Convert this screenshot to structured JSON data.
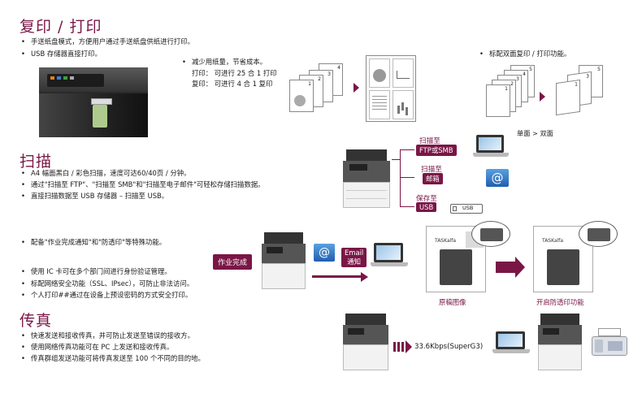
{
  "copy": {
    "title": "复印 / 打印",
    "bullets": [
      "手送纸盘模式，方便用户通过手送纸盘供纸进行打印。",
      "USB 存储器直接打印。"
    ],
    "saving_bullet": "减少用纸量，节省成本。",
    "print_line": "打印：  可进行 25 合 1 打印",
    "copy_line": "复印：  可进行 4 合 1 复印",
    "duplex_bullet": "标配双面复印 / 打印功能。",
    "duplex_caption": "单面 > 双面"
  },
  "scan": {
    "title": "扫描",
    "bullets": [
      "A4 幅面黑白 / 彩色扫描，速度可达60/40页 / 分钟。",
      "通过\"扫描至 FTP\"、\"扫描至 SMB\"和\"扫描至电子邮件\"可轻松存储扫描数据。",
      "直接扫描数据至 USB 存储器 – 扫描至 USB。"
    ],
    "to_ftp_label": "扫描至",
    "to_ftp_pill": "FTP或SMB",
    "to_mail_label": "扫描至",
    "to_mail_pill": "邮箱",
    "to_usb_label": "保存至",
    "to_usb_pill": "USB",
    "usb_stick": "USB"
  },
  "security": {
    "bullet_top": "配备\"作业完成通知\"和\"防透印\"等特殊功能。",
    "bullets": [
      "使用 IC 卡可在多个部门间进行身份验证管理。",
      "标配网络安全功能（SSL、IPsec），可防止非法访问。",
      "个人打印##通过在设备上预设密码的方式安全打印。"
    ],
    "job_done": "作业完成",
    "email_notice_1": "Email",
    "email_notice_2": "通知",
    "original_caption": "原稿图像",
    "anti_caption": "开启防透印功能",
    "doc_brand": "TASKalfa"
  },
  "fax": {
    "title": "传真",
    "bullets": [
      "快速发送和接收传真，并可防止发送至错误的接收方。",
      "使用网络传真功能可在 PC 上发送和接收传真。",
      "传真群组发送功能可将传真发送至 100 个不同的目的地。"
    ],
    "speed": "33.6Kbps(SuperG3)"
  },
  "colors": {
    "accent": "#7a1646"
  }
}
